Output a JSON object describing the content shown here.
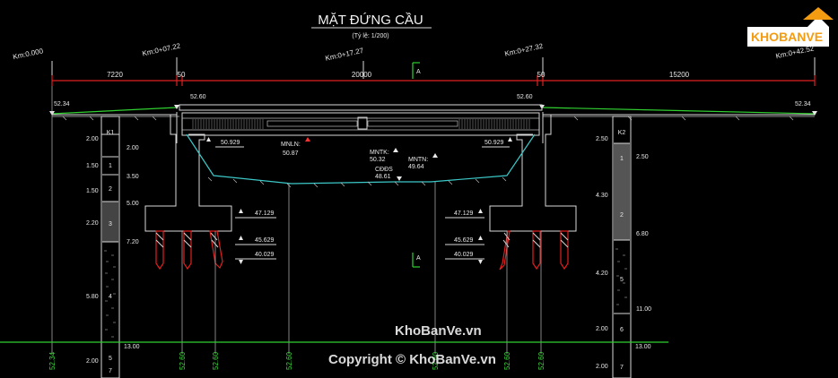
{
  "title": "MẶT ĐỨNG CẦU",
  "scale": "(Tỷ lệ: 1/200)",
  "stations": [
    {
      "label": "Km:0.000"
    },
    {
      "label": "Km:0+07.22"
    },
    {
      "label": "Km:0+17.27"
    },
    {
      "label": "Km:0+27.32"
    },
    {
      "label": "Km:0+42.52"
    }
  ],
  "spans": [
    "7220",
    "50",
    "20000",
    "50",
    "15200"
  ],
  "section_mark": "A",
  "elevations": {
    "left_end": "52.34",
    "right_end": "52.34",
    "left_abut_top": "52.60",
    "right_abut_top": "52.60",
    "left_seat": "50.929",
    "right_seat": "50.929",
    "mnln_label": "MNLN:",
    "mnln_value": "50.87",
    "mntk_label": "MNTK:",
    "mntk_value": "50.32",
    "mntn_label": "MNTN:",
    "mntn_value": "49.64",
    "cdds_label": "CĐĐS",
    "cdds_value": "48.61",
    "left_footing": "47.129",
    "right_footing": "47.129",
    "left_pile_top": "45.629",
    "right_pile_top": "45.629",
    "left_pile_tip": "40.029",
    "right_pile_tip": "40.029"
  },
  "left_borehole": {
    "id": "K1",
    "outer_depths": [
      "2.00",
      "1.50",
      "1.50",
      "2.20",
      "5.80",
      "2.00"
    ],
    "inner_depths": [
      "2.00",
      "3.50",
      "5.00",
      "7.20",
      "13.00"
    ],
    "layers": [
      "1",
      "2",
      "3",
      "4",
      "5",
      "7"
    ]
  },
  "right_borehole": {
    "id": "K2",
    "outer_depths": [
      "2.50",
      "4.30",
      "4.20",
      "2.00",
      "2.00"
    ],
    "inner_depths": [
      "2.50",
      "6.80",
      "11.00",
      "13.00"
    ],
    "layers": [
      "1",
      "2",
      "5",
      "6",
      "7"
    ]
  },
  "bottom_elevations": [
    "52.34",
    "52.60",
    "52.60",
    "52.60",
    "52.60",
    "52.60",
    "52.60"
  ],
  "watermark": {
    "logo_text": "KHOBANVE",
    "center": "KhoBanVe.vn",
    "copyright": "Copyright © KhoBanVe.vn"
  },
  "colors": {
    "background": "#000000",
    "line": "#d8d8d8",
    "river": "#3cc8c8",
    "road": "#30d030",
    "dimension": "#e02020",
    "logo": "#f39c12"
  }
}
